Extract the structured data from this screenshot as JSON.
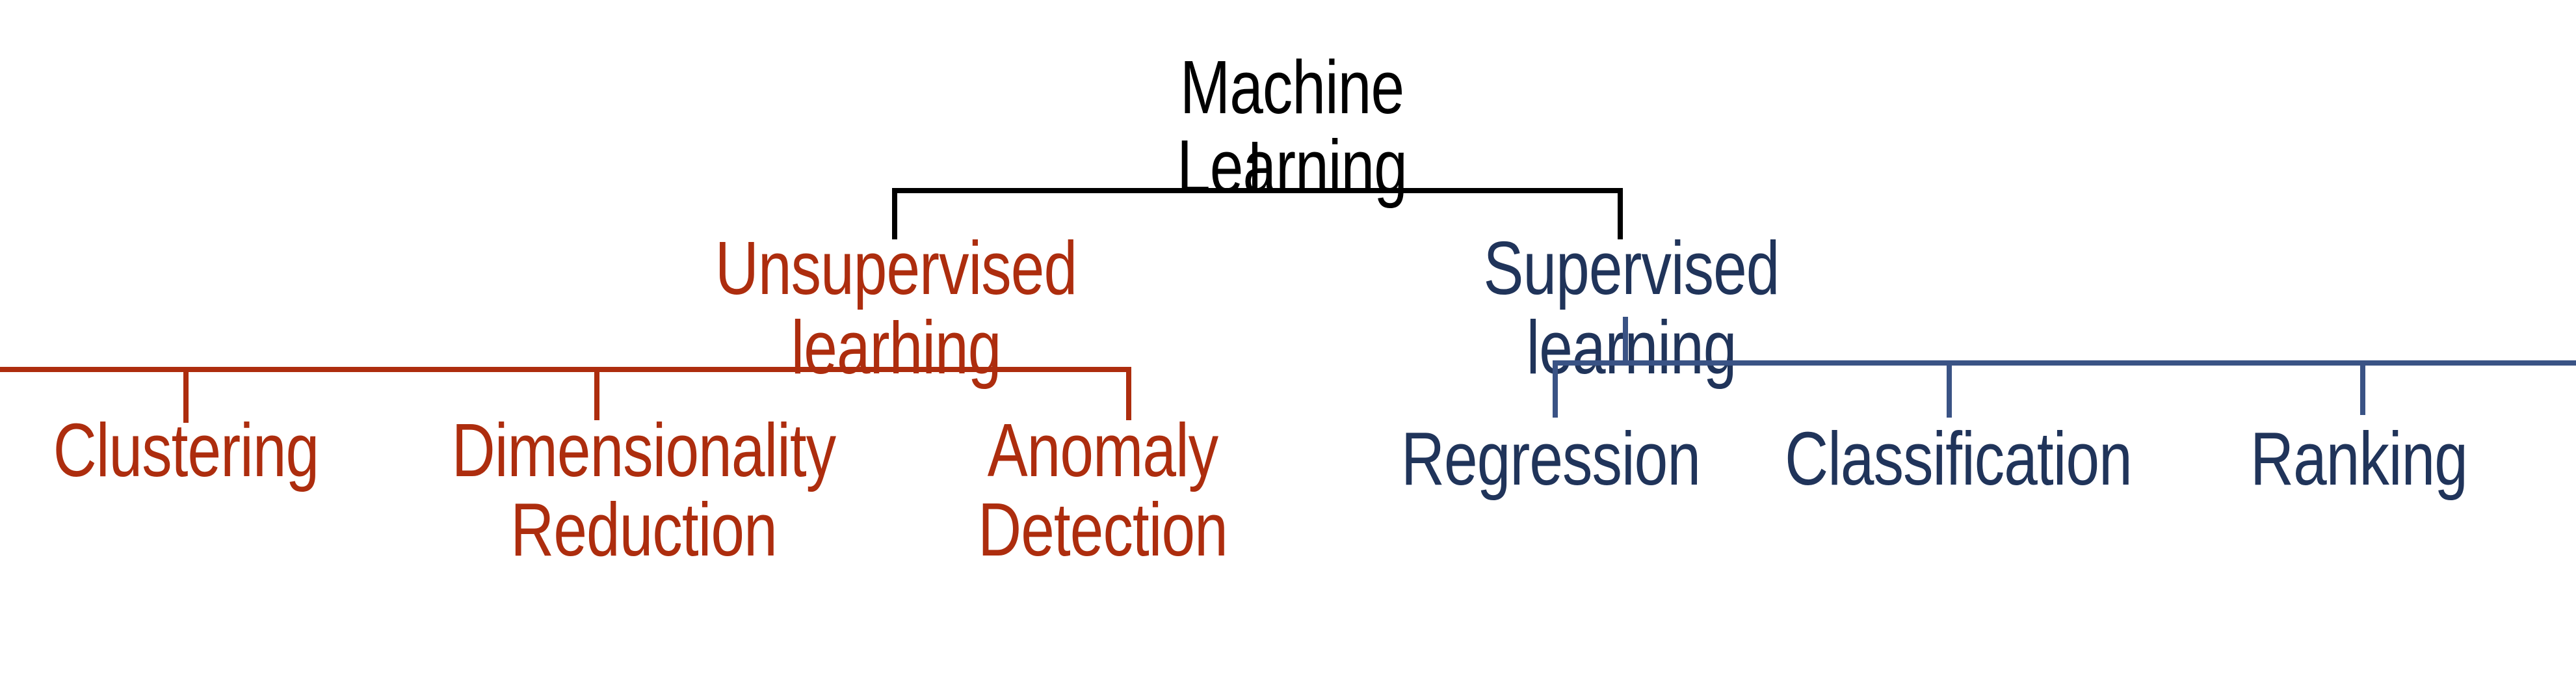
{
  "colors": {
    "black": "#000000",
    "red": "#AD2D0E",
    "navy": "#20345A",
    "steel": "#3A5385",
    "background": "#FFFFFF"
  },
  "tree": {
    "root": {
      "label": "Machine Learning"
    },
    "branches": [
      {
        "label": "Unsupervised learning",
        "children": [
          {
            "label": "Clustering"
          },
          {
            "label": "Dimensionality\nReduction"
          },
          {
            "label": "Anomaly\nDetection"
          }
        ]
      },
      {
        "label": "Supervised learning",
        "children": [
          {
            "label": "Regression"
          },
          {
            "label": "Classification"
          },
          {
            "label": "Ranking"
          }
        ]
      }
    ]
  }
}
